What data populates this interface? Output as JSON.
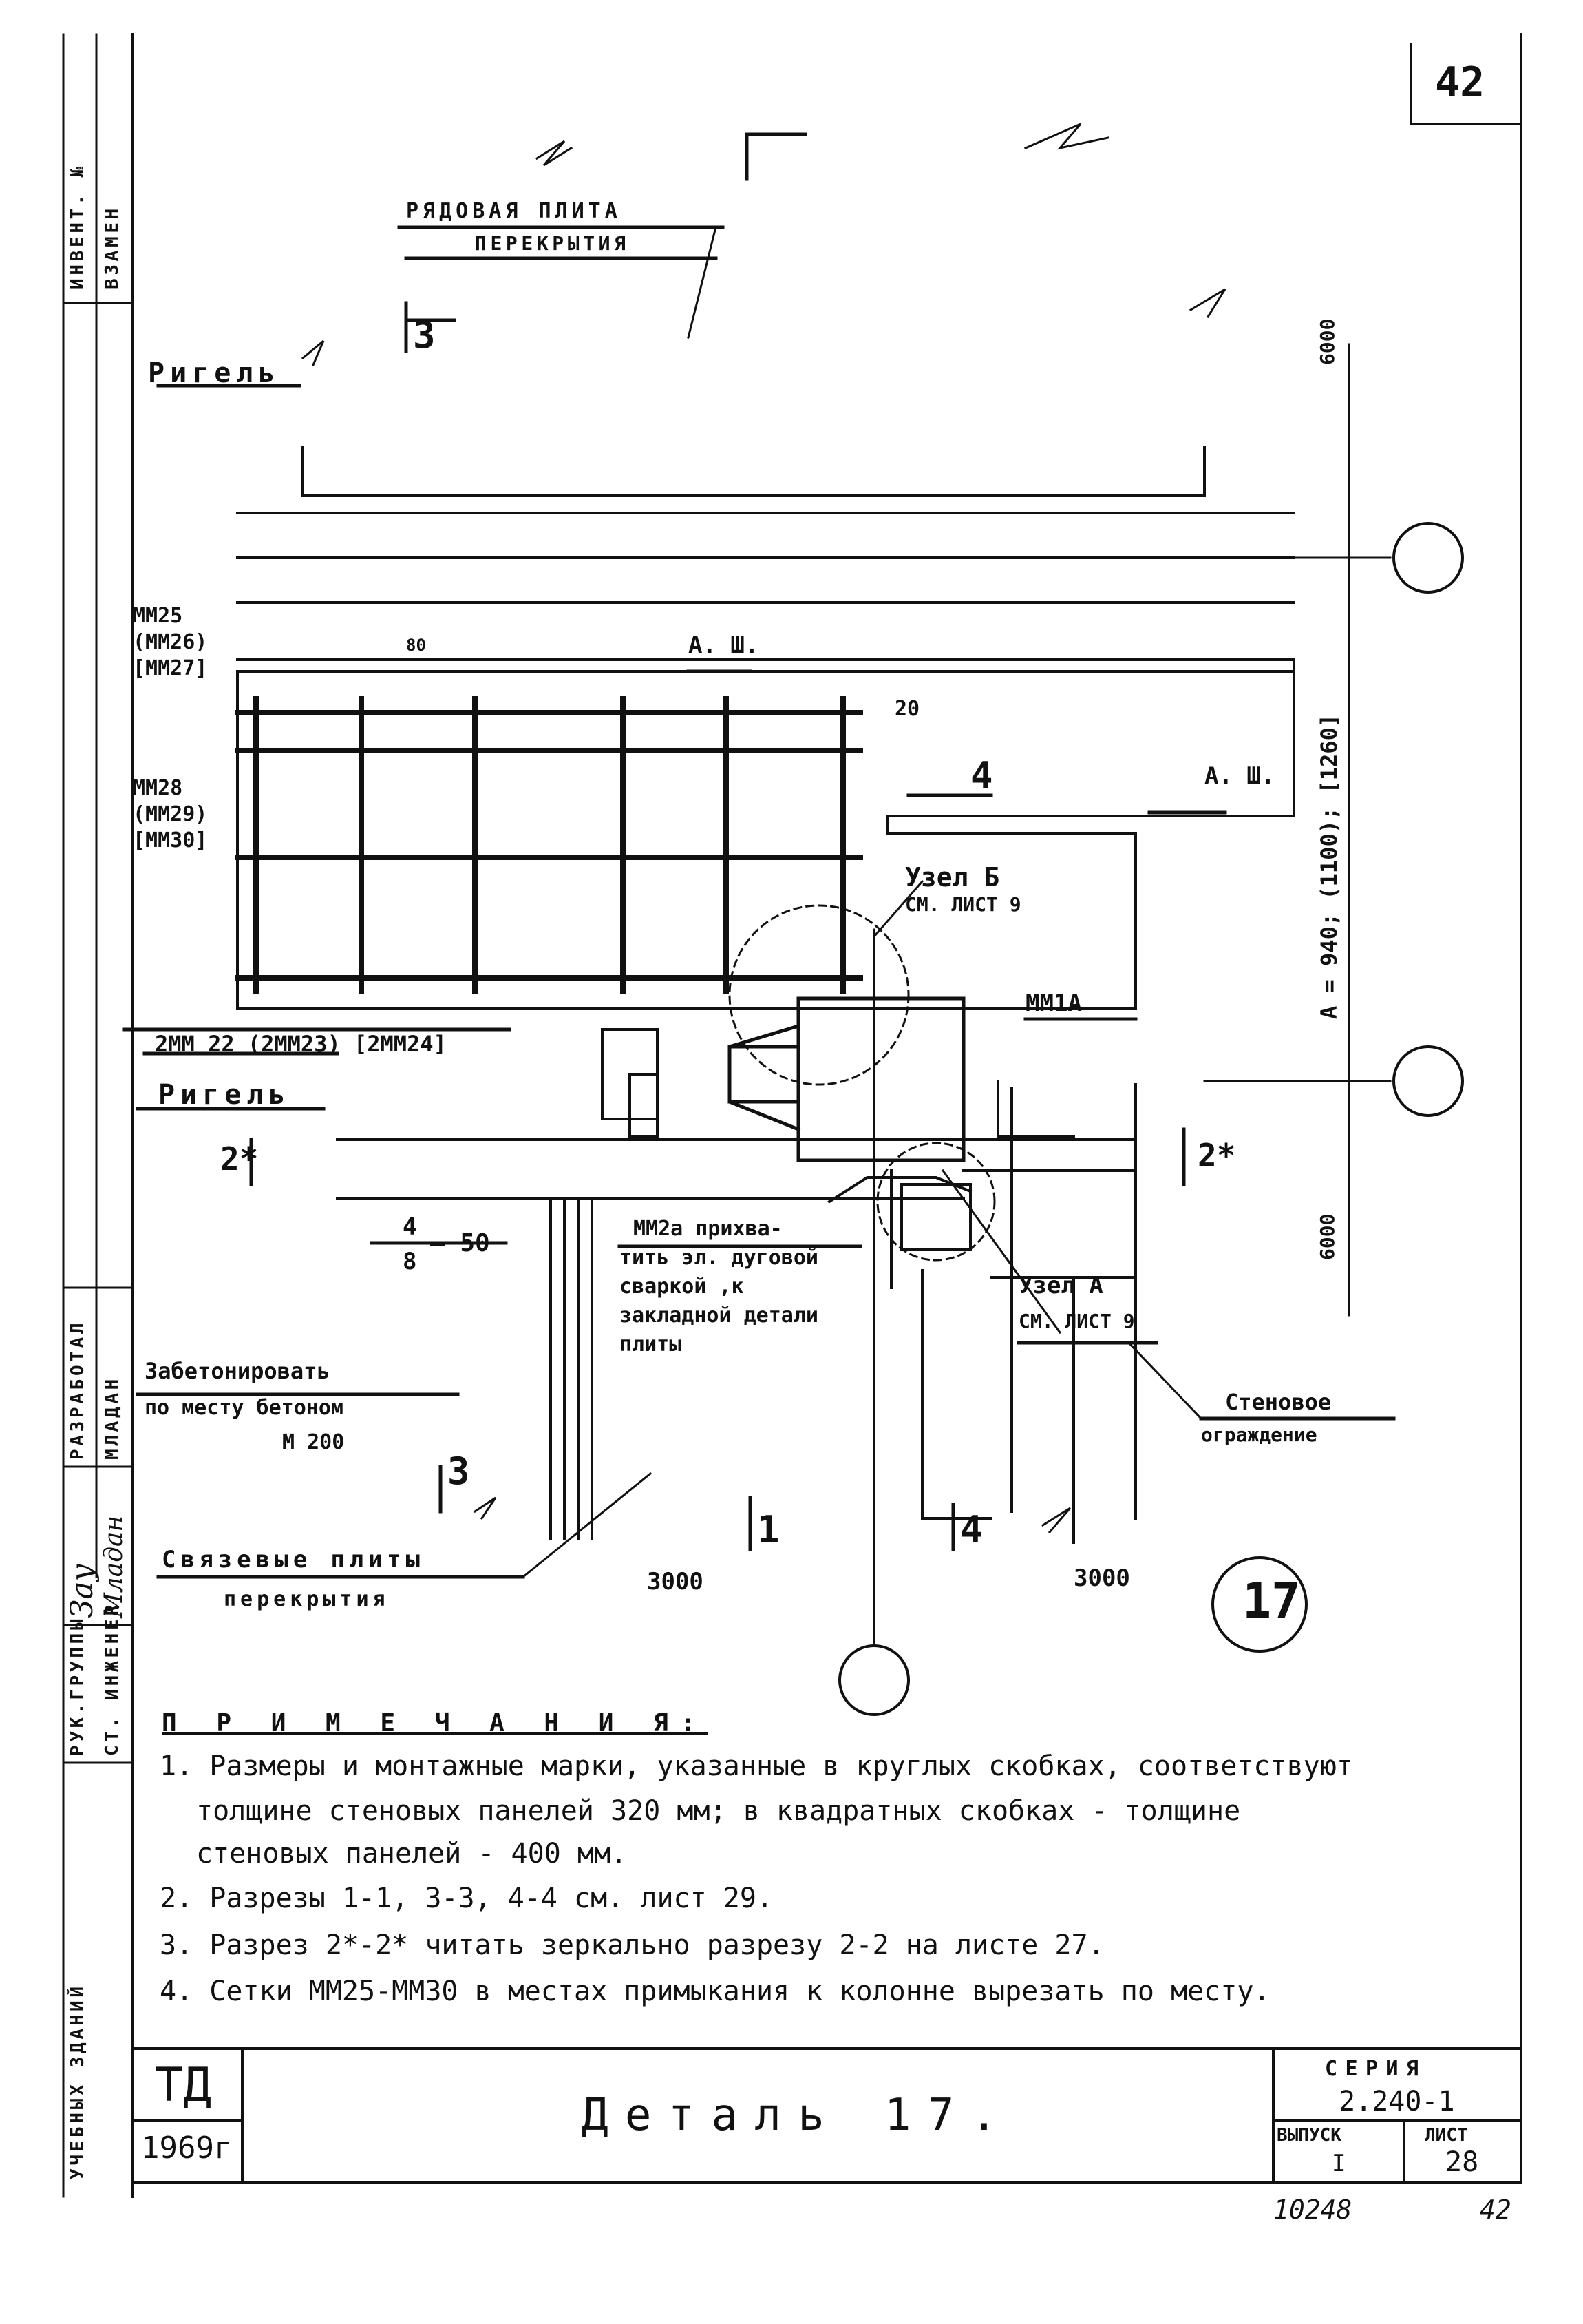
{
  "sheet_corner_number": "42",
  "left_strip": {
    "inv_no": "ИНВЕНТ. №",
    "instead": "ВЗАМЕН",
    "developed": "РАЗРАБОТАЛ",
    "drew": "МЛАДАН",
    "group_leader": "РУК.ГРУППЫ",
    "senior_engineer": "СТ. ИНЖЕНЕР",
    "sign_1": "Зау",
    "sign_2": "Младан",
    "educational_buildings": "УЧЕБНЫХ ЗДАНИЙ"
  },
  "labels": {
    "row_slab_1": "РЯДОВАЯ ПЛИТА",
    "row_slab_2": "ПЕРЕКРЫТИЯ",
    "rigel_top": "Ригель",
    "rigel_mid": "Ригель",
    "mm25": "ММ25",
    "mm26": "(ММ26)",
    "mm27": "[ММ27]",
    "mm28": "ММ28",
    "mm29": "(ММ29)",
    "mm30": "[ММ30]",
    "ash_1": "А. Ш.",
    "ash_2": "А. Ш.",
    "dim_20": "20",
    "dim_80": "80",
    "cut_4": "4",
    "node_b_1": "Узел Б",
    "node_b_2": "СМ. ЛИСТ 9",
    "mm1a": "ММ1А",
    "mm22": "2ММ 22 (2ММ23) [2ММ24]",
    "cut_2star_left": "2*",
    "cut_2star_right": "2*",
    "frac_num": "4",
    "frac_den": "8",
    "frac_val": "– 50",
    "mm2a_1": "ММ2а прихва-",
    "mm2a_2": "тить эл. дуговой",
    "mm2a_3": "сваркой ,к",
    "mm2a_4": "закладной детали",
    "mm2a_5": "плиты",
    "node_a_1": "Узел А",
    "node_a_2": "СМ. ЛИСТ 9",
    "concrete_1": "Забетонировать",
    "concrete_2": "по месту бетоном",
    "concrete_3": "М 200",
    "wall_1": "Стеновое",
    "wall_2": "ограждение",
    "cut_3_top": "3",
    "cut_3_bottom": "3",
    "cut_1": "1",
    "cut_4_bottom": "4",
    "tie_slabs_1": "Связевые плиты",
    "tie_slabs_2": "перекрытия",
    "dim_3000_left": "3000",
    "dim_3000_right": "3000",
    "dim_6000_top": "6000",
    "dim_6000_bottom": "6000",
    "dim_a": "А = 940; (1100); [1260]",
    "detail_no": "17"
  },
  "notes": {
    "title": "П Р И М Е Ч А Н И Я:",
    "n1_a": "1. Размеры и монтажные марки, указанные в круглых скобках, соответствуют",
    "n1_b": "толщине стеновых панелей 320 мм; в квадратных скобках - толщине",
    "n1_c": "стеновых панелей - 400 мм.",
    "n2": "2. Разрезы 1-1, 3-3, 4-4 см. лист 29.",
    "n3": "3. Разрез 2*-2* читать зеркально разрезу 2-2 на листе 27.",
    "n4": "4. Сетки ММ25-ММ30 в местах примыкания к колонне вырезать по месту."
  },
  "title_block": {
    "org": "ТД",
    "year": "1969г",
    "title": "Деталь 17.",
    "series_label": "СЕРИЯ",
    "series": "2.240-1",
    "issue_label": "ВЫПУСК",
    "issue": "I",
    "sheet_label": "ЛИСТ",
    "sheet": "28"
  },
  "footer": {
    "archive_no": "10248",
    "page_no": "42"
  }
}
